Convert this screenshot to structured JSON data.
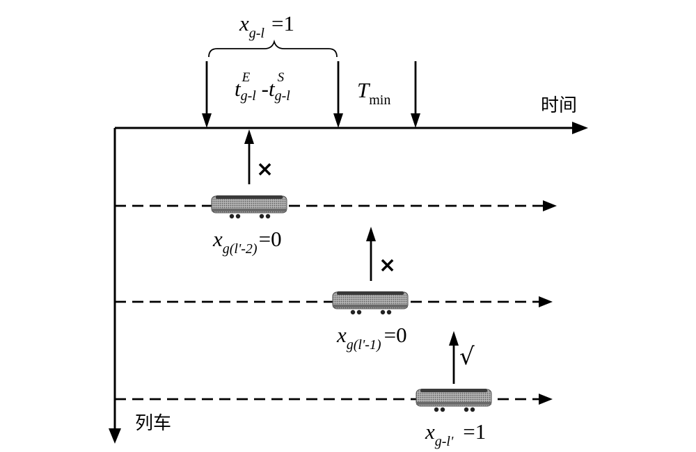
{
  "axes": {
    "time_label": "时间",
    "train_label": "列车"
  },
  "top": {
    "brace_var": "x",
    "brace_sub": "g-l",
    "brace_val": "=1",
    "interval_t1": "t",
    "interval_t1_sup": "E",
    "interval_t1_sub": "g-l",
    "interval_minus": "-",
    "interval_t2": "t",
    "interval_t2_sup": "S",
    "interval_t2_sub": "g-l",
    "tmin_T": "T",
    "tmin_sub": "min"
  },
  "trains": [
    {
      "var": "x",
      "sub": "g(l'-2)",
      "val": "=0",
      "mark": "×",
      "selected": false
    },
    {
      "var": "x",
      "sub": "g(l'-1)",
      "val": "=0",
      "mark": "×",
      "selected": false
    },
    {
      "var": "x",
      "sub": "g-l'",
      "val": "=1",
      "mark": "√",
      "selected": true
    }
  ],
  "colors": {
    "line": "#000000",
    "train_body": "#8c8c8c",
    "train_roof": "#3a3a3a"
  }
}
